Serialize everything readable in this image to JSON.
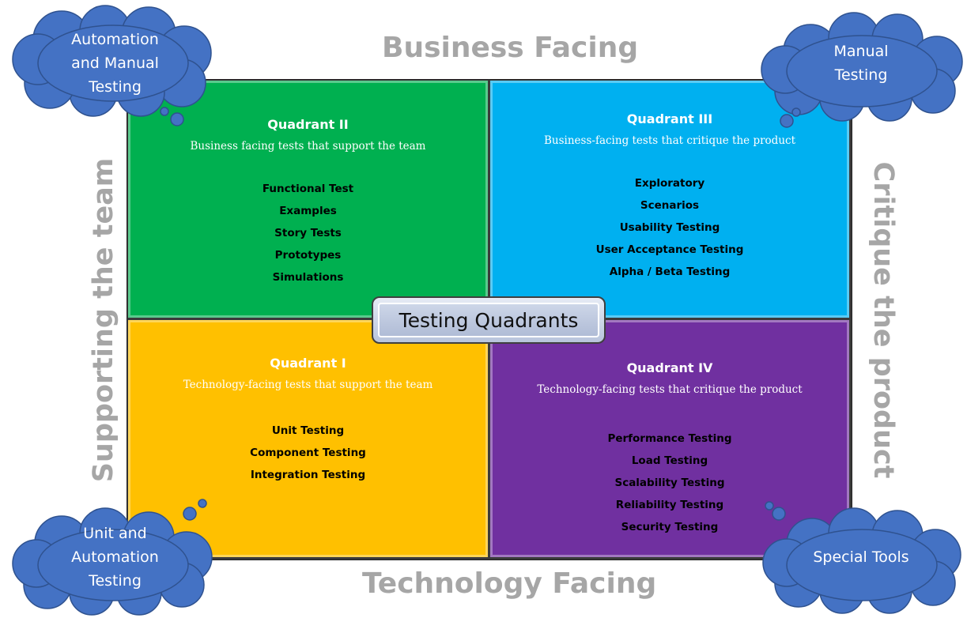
{
  "axes": {
    "top": "Business Facing",
    "bottom": "Technology Facing",
    "left": "Supporting the team",
    "right": "Critique the product"
  },
  "center_label": "Testing Quadrants",
  "quadrants": {
    "q2": {
      "title": "Quadrant II",
      "subtitle": "Business facing tests that support the team",
      "items": [
        "Functional Test",
        "Examples",
        "Story Tests",
        "Prototypes",
        "Simulations"
      ]
    },
    "q3": {
      "title": "Quadrant III",
      "subtitle": "Business-facing tests that critique the product",
      "items": [
        "Exploratory",
        "Scenarios",
        "Usability Testing",
        "User Acceptance Testing",
        "Alpha / Beta Testing"
      ]
    },
    "q1": {
      "title": "Quadrant I",
      "subtitle": "Technology-facing tests that support the team",
      "items": [
        "Unit Testing",
        "Component Testing",
        "Integration Testing"
      ]
    },
    "q4": {
      "title": "Quadrant IV",
      "subtitle": "Technology-facing tests that critique the product",
      "items": [
        "Performance Testing",
        "Load Testing",
        "Scalability Testing",
        "Reliability Testing",
        "Security Testing"
      ]
    }
  },
  "clouds": {
    "top_left": "Automation\nand Manual\nTesting",
    "top_right": "Manual\nTesting",
    "bottom_left": "Unit and\nAutomation\nTesting",
    "bottom_right": "Special Tools"
  },
  "colors": {
    "q1": "#ffc000",
    "q2": "#00b050",
    "q3": "#00b0f0",
    "q4": "#7030a0",
    "cloud": "#4472c4",
    "axis_text": "#a6a6a6"
  }
}
